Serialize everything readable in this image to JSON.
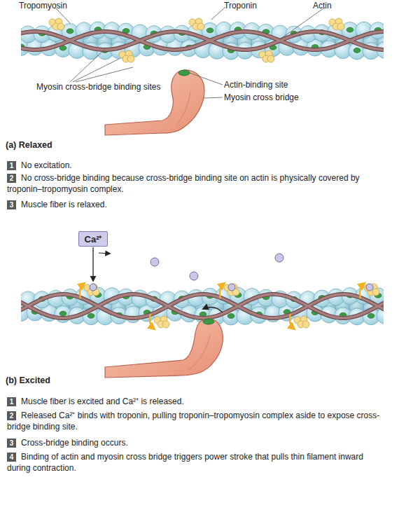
{
  "diagram": {
    "nodes": [
      {
        "text": [
          "1"
        ]
      },
      {
        "text": [
          "2"
        ]
      },
      {
        "text": [
          "3"
        ]
      },
      {
        "text": [
          "Ca²⁺"
        ]
      },
      {
        "text": [
          "1"
        ]
      },
      {
        "text": [
          "2"
        ]
      },
      {
        "text": [
          "3"
        ]
      },
      {
        "text": [
          "4"
        ]
      }
    ],
    "labels": [
      "Tropomyosin",
      "Troponin",
      "Actin",
      "Myosin cross-bridge binding sites",
      "Actin-binding site",
      "Myosin cross bridge",
      "(a) Relaxed",
      "No excitation.",
      "No cross-bridge binding because cross-bridge binding site on actin is physically covered by troponin–tropomyosin complex.",
      "Muscle fiber is relaxed.",
      "(b) Excited",
      "Muscle fiber is excited and Ca²⁺ is released.",
      "Released Ca²⁺ binds with troponin, pulling troponin–tropomyosin complex aside to expose cross-bridge binding site.",
      "Cross-bridge binding occurs.",
      "Binding of actin and myosin cross bridge triggers power stroke that pulls thin filament inward during contraction."
    ]
  }
}
